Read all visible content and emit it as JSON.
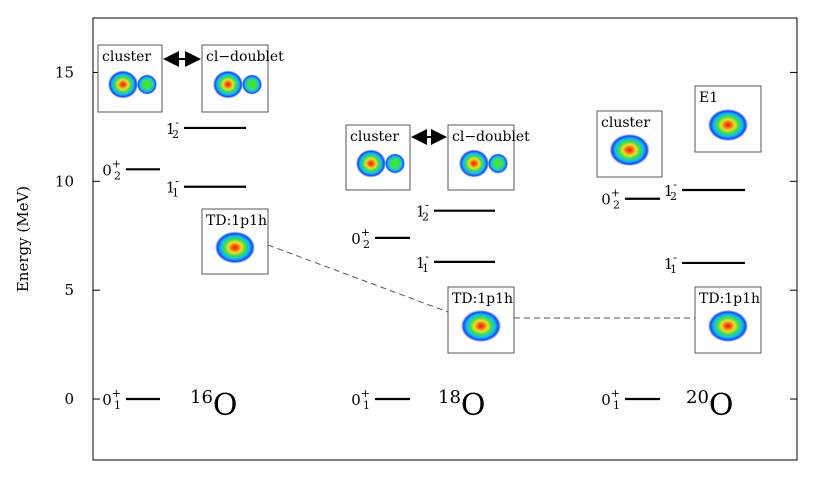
{
  "chart_data": {
    "type": "level-scheme",
    "title": "",
    "xlabel": "",
    "ylabel": "Energy (MeV)",
    "ylim": [
      -2.8,
      17.5
    ],
    "yticks": [
      0,
      5,
      10,
      15
    ],
    "grid": false,
    "nuclei": [
      {
        "mass": "16",
        "symbol": "O",
        "levels": [
          {
            "label": "0",
            "sup": "+",
            "sub": "1",
            "energy": 0.0,
            "column": "left"
          },
          {
            "label": "0",
            "sup": "+",
            "sub": "2",
            "energy": 10.55,
            "column": "left"
          },
          {
            "label": "1",
            "sup": "-",
            "sub": "1",
            "energy": 9.75,
            "column": "right"
          },
          {
            "label": "1",
            "sup": "-",
            "sub": "2",
            "energy": 12.45,
            "column": "right"
          }
        ],
        "density_panels": [
          {
            "label": "cluster",
            "shape": "two-blob"
          },
          {
            "label": "cl−doublet",
            "shape": "two-blob"
          },
          {
            "label": "TD:1p1h",
            "shape": "single-blob"
          }
        ],
        "arrow_between": [
          "cluster",
          "cl−doublet"
        ]
      },
      {
        "mass": "18",
        "symbol": "O",
        "levels": [
          {
            "label": "0",
            "sup": "+",
            "sub": "1",
            "energy": 0.0,
            "column": "left"
          },
          {
            "label": "0",
            "sup": "+",
            "sub": "2",
            "energy": 7.4,
            "column": "left"
          },
          {
            "label": "1",
            "sup": "-",
            "sub": "1",
            "energy": 6.3,
            "column": "right"
          },
          {
            "label": "1",
            "sup": "-",
            "sub": "2",
            "energy": 8.65,
            "column": "right"
          }
        ],
        "density_panels": [
          {
            "label": "cluster",
            "shape": "two-blob"
          },
          {
            "label": "cl−doublet",
            "shape": "two-blob"
          },
          {
            "label": "TD:1p1h",
            "shape": "single-blob"
          }
        ],
        "arrow_between": [
          "cluster",
          "cl−doublet"
        ]
      },
      {
        "mass": "20",
        "symbol": "O",
        "levels": [
          {
            "label": "0",
            "sup": "+",
            "sub": "1",
            "energy": 0.0,
            "column": "left"
          },
          {
            "label": "0",
            "sup": "+",
            "sub": "2",
            "energy": 9.2,
            "column": "left"
          },
          {
            "label": "1",
            "sup": "-",
            "sub": "1",
            "energy": 6.25,
            "column": "right"
          },
          {
            "label": "1",
            "sup": "-",
            "sub": "2",
            "energy": 9.6,
            "column": "right"
          }
        ],
        "density_panels": [
          {
            "label": "cluster",
            "shape": "single-blob"
          },
          {
            "label": "E1",
            "shape": "single-blob"
          },
          {
            "label": "TD:1p1h",
            "shape": "single-blob"
          }
        ]
      }
    ],
    "dashed_links": [
      [
        "16O TD:1p1h",
        "18O TD:1p1h"
      ],
      [
        "18O TD:1p1h",
        "20O TD:1p1h"
      ]
    ],
    "colors": {
      "frame": "#000000",
      "density_outer": "#0000ff",
      "density_mid": "#00c0ff",
      "density_green": "#40e040",
      "density_yellow": "#f0e020",
      "density_core": "#ff1010",
      "dashed_line": "#555555"
    }
  }
}
